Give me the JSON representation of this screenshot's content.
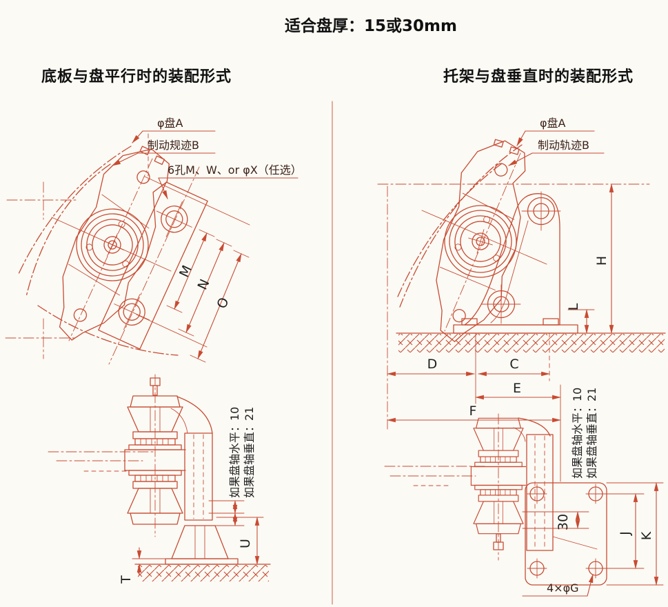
{
  "page": {
    "title": "适合盘厚：15或30mm",
    "left_heading": "底板与盘平行时的装配形式",
    "right_heading": "托架与盘垂直时的装配形式"
  },
  "colors": {
    "line": "#c84b32",
    "annotation_text": "#3d2117",
    "dimension_text": "#1f1f1f",
    "background": "#fbfaf5"
  },
  "left_view": {
    "annotations": {
      "disc_diameter": "φ盘A",
      "brake_track": "制动规迹B",
      "mount_holes": "6孔M、W、or φX（任选）"
    },
    "dimensions": {
      "m": "M",
      "n": "N",
      "o": "O",
      "u": "U",
      "t": "T"
    },
    "notes": {
      "horizontal": "如果盘轴水平：10",
      "vertical": "如果盘轴垂直：21"
    }
  },
  "right_view": {
    "annotations": {
      "disc_diameter": "φ盘A",
      "brake_track": "制动轨迹B",
      "bolt_holes": "4×φG"
    },
    "dimensions": {
      "h": "H",
      "l": "L",
      "d": "D",
      "c": "C",
      "e": "E",
      "f": "F",
      "flange": "30",
      "j": "J",
      "k": "K"
    },
    "notes": {
      "horizontal": "如果盘轴水平：10",
      "vertical": "如果盘轴垂直：21"
    }
  }
}
